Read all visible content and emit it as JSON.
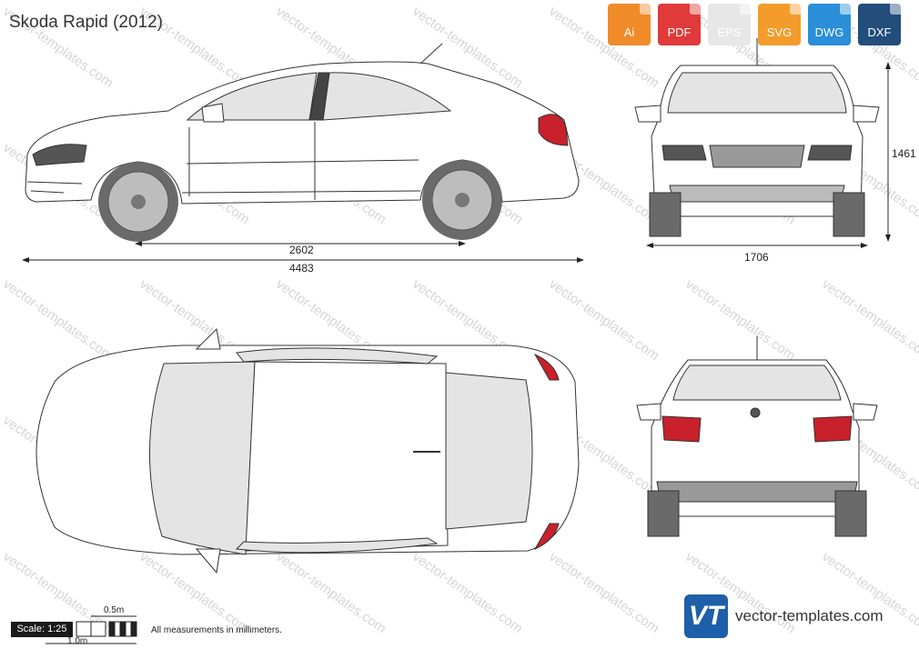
{
  "header": {
    "title": "Skoda Rapid (2012)"
  },
  "formats": [
    {
      "label": "Ai",
      "color": "#f08b2a"
    },
    {
      "label": "PDF",
      "color": "#e03a3a"
    },
    {
      "label": "EPS",
      "color": "#e7e7e7"
    },
    {
      "label": "SVG",
      "color": "#f39c2b"
    },
    {
      "label": "DWG",
      "color": "#2a8fd8"
    },
    {
      "label": "DXF",
      "color": "#234d7a"
    }
  ],
  "dimensions": {
    "wheelbase": "2602",
    "length": "4483",
    "width": "1706",
    "height": "1461"
  },
  "scale": {
    "label": "Scale: 1:25",
    "half_meter": "0.5m",
    "one_meter": "1.0m"
  },
  "footer": {
    "note": "All measurements in millimeters.",
    "logo_text": "VT",
    "url": "vector-templates.com"
  },
  "watermark": "vector-templates.com",
  "colors": {
    "taillight": "#c8212b",
    "glass": "#e4e4e4",
    "tire": "#6a6a6a"
  }
}
